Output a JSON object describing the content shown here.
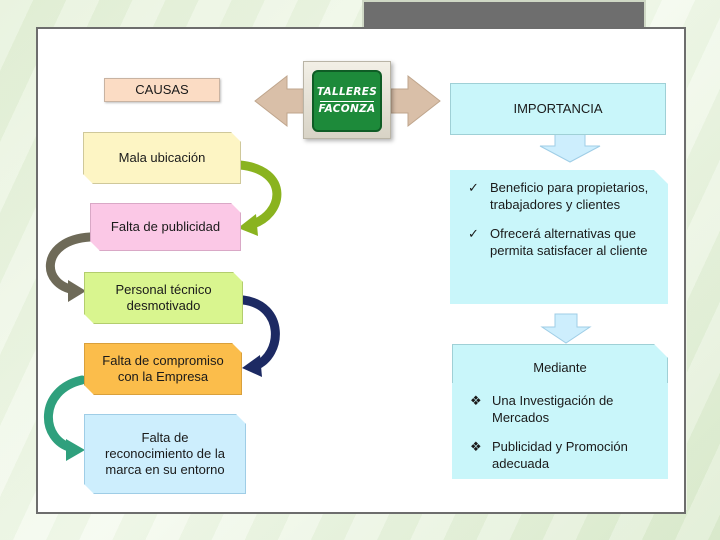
{
  "causas": {
    "title": "CAUSAS",
    "items": [
      "Mala ubicación",
      "Falta de publicidad",
      "Personal técnico desmotivado",
      "Falta de compromiso con  la Empresa",
      "Falta de reconocimiento de la marca en su entorno"
    ]
  },
  "logo": {
    "line1": "TALLERES",
    "line2": "FACONZA"
  },
  "importancia": {
    "title": "IMPORTANCIA",
    "benefits": [
      "Beneficio para propietarios, trabajadores y clientes",
      "Ofrecerá alternativas que permita satisfacer al cliente"
    ],
    "benefit_bullet": "✓",
    "mediante_label": "Mediante",
    "means": [
      "Una Investigación de Mercados",
      "Publicidad y Promoción adecuada"
    ],
    "means_bullet": "❖"
  },
  "colors": {
    "green_arrow": "#8ab31f",
    "gray_arrow": "#6e6a58",
    "navy_arrow": "#1d2a63",
    "teal_arrow": "#2fa07d",
    "double_arrow": "#d9bfa8",
    "down_arrow": "#cdeefd"
  }
}
